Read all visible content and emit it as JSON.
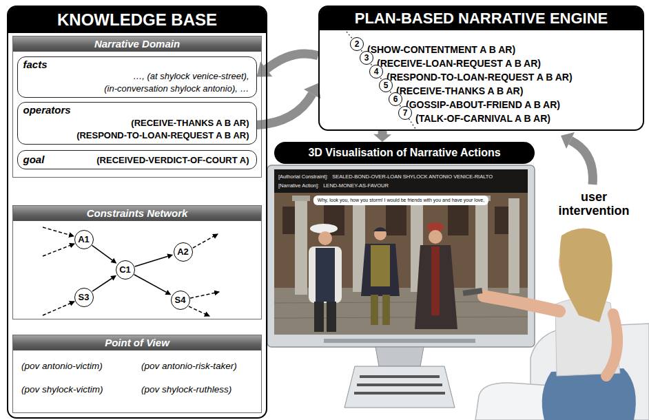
{
  "diagram": {
    "nodes": [
      {
        "text": [
          "KNOWLEDGE BASE"
        ]
      },
      {
        "text": [
          "Narrative Domain"
        ],
        "in": 0
      },
      {
        "text": [
          "facts",
          "…, (at shylock venice-street),",
          "(in-conversation shylock antonio), …"
        ],
        "in": 1
      },
      {
        "text": [
          "operators",
          "(RECEIVE-THANKS A B AR)",
          "(RESPOND-TO-LOAN-REQUEST A B AR)"
        ],
        "in": 1
      },
      {
        "text": [
          "goal",
          "(RECEIVED-VERDICT-OF-COURT A)"
        ],
        "in": 1
      },
      {
        "text": [
          "Constraints Network"
        ],
        "in": 0
      },
      {
        "text": [
          "A1"
        ],
        "in": 5
      },
      {
        "text": [
          "C1"
        ],
        "in": 5
      },
      {
        "text": [
          "A2"
        ],
        "in": 5
      },
      {
        "text": [
          "S3"
        ],
        "in": 5
      },
      {
        "text": [
          "S4"
        ],
        "in": 5
      },
      {
        "text": [
          "Point of View",
          "(pov antonio-victim)",
          "(pov antonio-risk-taker)",
          "(pov shylock-victim)",
          "(pov shylock-ruthless)"
        ],
        "in": 0
      },
      {
        "text": [
          "PLAN-BASED NARRATIVE ENGINE",
          "(SHOW-CONTENTMENT A B AR)",
          "(RECEIVE-LOAN-REQUEST A B AR)",
          "(RESPOND-TO-LOAN-REQUEST A B AR)",
          "(RECEIVE-THANKS A B AR)",
          "(GOSSIP-ABOUT-FRIEND A B AR)",
          "(TALK-OF-CARNIVAL A B AR)"
        ]
      },
      {
        "text": [
          "2"
        ],
        "in": 12
      },
      {
        "text": [
          "3"
        ],
        "in": 12
      },
      {
        "text": [
          "4"
        ],
        "in": 12
      },
      {
        "text": [
          "5"
        ],
        "in": 12
      },
      {
        "text": [
          "6"
        ],
        "in": 12
      },
      {
        "text": [
          "7"
        ],
        "in": 12
      },
      {
        "text": [
          "3D Visualisation of Narrative Actions"
        ]
      }
    ],
    "edges": [
      {
        "from": 12,
        "to": 2,
        "arrow": "to"
      },
      {
        "from": 3,
        "to": 12,
        "arrow": "to"
      },
      {
        "from": 12,
        "to": 19,
        "arrow": "to"
      },
      {
        "from": 6,
        "to": 7,
        "arrow": "to"
      },
      {
        "from": 9,
        "to": 7,
        "arrow": "to"
      },
      {
        "from": 7,
        "to": 8,
        "arrow": "to"
      },
      {
        "from": 7,
        "to": 10,
        "arrow": "to"
      },
      {
        "from": 13,
        "to": 14,
        "arrow": "none"
      },
      {
        "from": 14,
        "to": 15,
        "arrow": "none"
      },
      {
        "from": 15,
        "to": 16,
        "arrow": "none"
      },
      {
        "from": 16,
        "to": 17,
        "arrow": "none"
      },
      {
        "from": 17,
        "to": 18,
        "arrow": "none"
      }
    ],
    "labels": [
      "[Authorial Constraint]:",
      "SEALED-BOND-OVER-LOAN SHYLOCK ANTONIO VENICE-RIALTO",
      "[Narrative Action]:",
      "LEND-MONEY-AS-FAVOUR",
      "Why, look you, how you storm! I would be friends with you and have your love,",
      "user intervention"
    ]
  }
}
